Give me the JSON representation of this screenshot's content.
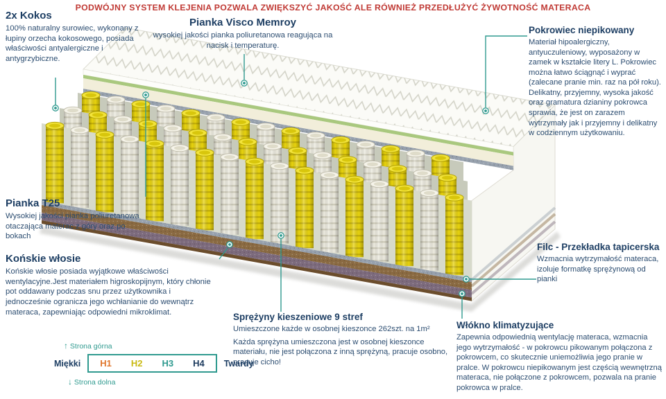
{
  "header": {
    "text": "PODWÓJNY SYSTEM KLEJENIA POZWALA ZWIĘKSZYĆ JAKOŚĆ ALE RÓWNIEŻ PRZEDŁUŻYĆ ŻYWOTNOŚĆ MATERACA"
  },
  "annotations": {
    "kokos": {
      "title": "2x Kokos",
      "body": "100% naturalny surowiec, wykonany z łupiny orzecha kokosowego, posiada właściwości antyalergiczne i antygrzybiczne."
    },
    "visco": {
      "title": "Pianka Visco Memroy",
      "body": "wysokiej jakości pianka poliuretanowa reagująca na nacisk i temperaturę."
    },
    "pokrowiec": {
      "title": "Pokrowiec niepikowany",
      "body": "Materiał hipoalergiczny, antyuczuleniowy, wyposażony w zamek w kształcie litery L. Pokrowiec można łatwo ściągnąć i wyprać (zalecane pranie min. raz na pół roku). Delikatny, przyjemny, wysoka jakość oraz gramatura dzianiny pokrowca sprawia, że jest on zarazem wytrzymały jak i przyjemny i delikatny w codziennym użytkowaniu."
    },
    "t25": {
      "title": "Pianka T25",
      "body": "Wysokiej jakości pianka poliuretanowa otaczająca materac z góry oraz po bokach"
    },
    "wlosie": {
      "title": "Końskie włosie",
      "body": "Końskie włosie posiada wyjątkowe właściwości wentylacyjne.Jest materiałem higroskopijnym, który chłonie pot oddawany podczas snu przez użytkownika i jednocześnie ogranicza jego wchłanianie do wewnątrz materaca, zapewniając odpowiedni mikroklimat."
    },
    "sprezyny": {
      "title": "Sprężyny kieszeniowe 9 stref",
      "body1": "Umieszczone każde w osobnej kieszonce 262szt. na 1m²",
      "body2": "Każda sprężyna umieszczona jest w osobnej kieszonce materiału, nie jest połączona z inną sprężyną, pracuje osobno, pracuje cicho!"
    },
    "filc": {
      "title": "Filc - Przekładka tapicerska",
      "body": "Wzmacnia wytrzymałość materaca, izoluje formatkę sprężynową od pianki"
    },
    "wlokno": {
      "title": "Włókno klimatyzujące",
      "body": "Zapewnia odpowiednią wentylację materaca, wzmacnia jego wytrzymałość - w pokrowcu pikowanym połączona z pokrowcem, co skutecznie uniemożliwia jego pranie w pralce. W pokrowcu niepikowanym jest częścią wewnętrzną materaca, nie połączone z pokrowcem, pozwala na pranie pokrowca w pralce."
    }
  },
  "firmness": {
    "soft_label": "Miękki",
    "hard_label": "Twardy",
    "top_side_label": "Strona górna",
    "bottom_side_label": "Strona dolna",
    "levels": [
      {
        "label": "H1",
        "color": "#e0762b"
      },
      {
        "label": "H2",
        "color": "#c9ba12"
      },
      {
        "label": "H3",
        "color": "#2f9a8f"
      },
      {
        "label": "H4",
        "color": "#1c3a5e"
      }
    ]
  },
  "icons": {
    "arrow_up": "↑",
    "arrow_down": "↓"
  },
  "colors": {
    "header_red": "#c03a35",
    "title_navy": "#1d3e63",
    "body_blue": "#2b4c70",
    "accent_teal": "#2f9a8f",
    "spring_yellow": "#e8d30d",
    "spring_white": "#edebdf",
    "foam_green": "#a9c87e",
    "cream_foam": "#f2eeda",
    "felt_grey": "#97a1ad",
    "coconut_brown": "#8a6a42",
    "fiber_purple": "#7d6b7d"
  }
}
